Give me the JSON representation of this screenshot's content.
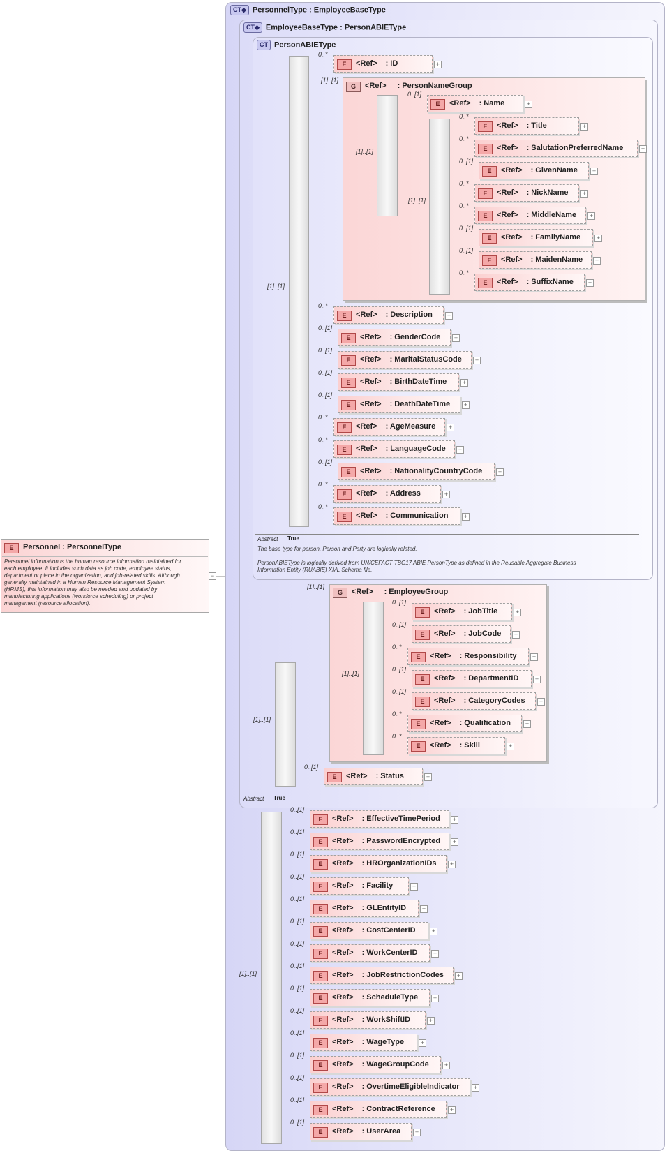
{
  "root": {
    "tag": "E",
    "title": "Personnel : PersonnelType",
    "doc": [
      "Personnel information is the human resource information maintained for",
      "each employee.  It includes such data as job code, employee status,",
      "department or place in the organization, and job-related skills.  Although",
      "generally maintained in a Human Resource Management System",
      "(HRMS), this information may also be needed and updated by",
      "manufacturing applications (workforce scheduling) or project",
      "management (resource allocation)."
    ],
    "expander": "−"
  },
  "personnel_type": {
    "badge": "CT◆",
    "title": "PersonnelType : EmployeeBaseType"
  },
  "employee_base_type": {
    "badge": "CT◆",
    "title": "EmployeeBaseType : PersonABIEType",
    "abstract_label": "Abstract",
    "abstract_value": "True"
  },
  "person_abie_type": {
    "badge": "CT",
    "title": "PersonABIEType",
    "abstract_label": "Abstract",
    "abstract_value": "True",
    "doc": [
      "The base type for person. Person and Party are logically related.",
      "",
      "PersonABIEType is logically derived from UN/CEFACT TBG17 ABIE PersonType as defined in the Reusable Aggregate Business",
      "Information Entity (RUABIE) XML Schema file."
    ]
  },
  "ref_label": "<Ref>",
  "element_tag": "E",
  "group_tag": "G",
  "plus": "+",
  "seq_cards": {
    "person_seq": "[1]..[1]",
    "name_seq_a": "[1]..[1]",
    "name_seq_b": "[1]..[1]",
    "emp_group_seq": "[1]..[1]",
    "emp_outer_seq": "[1]..[1]",
    "personnel_seq": "[1]..[1]"
  },
  "person_name_group": {
    "card": "[1]..[1]",
    "title": ": PersonNameGroup"
  },
  "employee_group": {
    "card": "[1]..[1]",
    "title": ": EmployeeGroup"
  },
  "elements": [
    {
      "card": "0..*",
      "name": ": ID"
    },
    {
      "card": "0..[1]",
      "name": ": Name"
    },
    {
      "card": "0..*",
      "name": ": Title"
    },
    {
      "card": "0..*",
      "name": ": SalutationPreferredName"
    },
    {
      "card": "0..[1]",
      "name": ": GivenName"
    },
    {
      "card": "0..*",
      "name": ": NickName"
    },
    {
      "card": "0..*",
      "name": ": MiddleName"
    },
    {
      "card": "0..[1]",
      "name": ": FamilyName"
    },
    {
      "card": "0..[1]",
      "name": ": MaidenName"
    },
    {
      "card": "0..*",
      "name": ": SuffixName"
    },
    {
      "card": "0..*",
      "name": ": Description"
    },
    {
      "card": "0..[1]",
      "name": ": GenderCode"
    },
    {
      "card": "0..[1]",
      "name": ": MaritalStatusCode"
    },
    {
      "card": "0..[1]",
      "name": ": BirthDateTime"
    },
    {
      "card": "0..[1]",
      "name": ": DeathDateTime"
    },
    {
      "card": "0..*",
      "name": ": AgeMeasure"
    },
    {
      "card": "0..*",
      "name": ": LanguageCode"
    },
    {
      "card": "0..[1]",
      "name": ": NationalityCountryCode"
    },
    {
      "card": "0..*",
      "name": ": Address"
    },
    {
      "card": "0..*",
      "name": ": Communication"
    },
    {
      "card": "0..[1]",
      "name": ": JobTitle"
    },
    {
      "card": "0..[1]",
      "name": ": JobCode"
    },
    {
      "card": "0..*",
      "name": ": Responsibility"
    },
    {
      "card": "0..[1]",
      "name": ": DepartmentID"
    },
    {
      "card": "0..[1]",
      "name": ": CategoryCodes"
    },
    {
      "card": "0..*",
      "name": ": Qualification"
    },
    {
      "card": "0..*",
      "name": ": Skill"
    },
    {
      "card": "0..[1]",
      "name": ": Status"
    },
    {
      "card": "0..[1]",
      "name": ": EffectiveTimePeriod"
    },
    {
      "card": "0..[1]",
      "name": ": PasswordEncrypted"
    },
    {
      "card": "0..[1]",
      "name": ": HROrganizationIDs"
    },
    {
      "card": "0..[1]",
      "name": ": Facility"
    },
    {
      "card": "0..[1]",
      "name": ": GLEntityID"
    },
    {
      "card": "0..[1]",
      "name": ": CostCenterID"
    },
    {
      "card": "0..[1]",
      "name": ": WorkCenterID"
    },
    {
      "card": "0..[1]",
      "name": ": JobRestrictionCodes"
    },
    {
      "card": "0..[1]",
      "name": ": ScheduleType"
    },
    {
      "card": "0..[1]",
      "name": ": WorkShiftID"
    },
    {
      "card": "0..[1]",
      "name": ": WageType"
    },
    {
      "card": "0..[1]",
      "name": ": WageGroupCode"
    },
    {
      "card": "0..[1]",
      "name": ": OvertimeEligibleIndicator"
    },
    {
      "card": "0..[1]",
      "name": ": ContractReference"
    },
    {
      "card": "0..[1]",
      "name": ": UserArea"
    }
  ]
}
